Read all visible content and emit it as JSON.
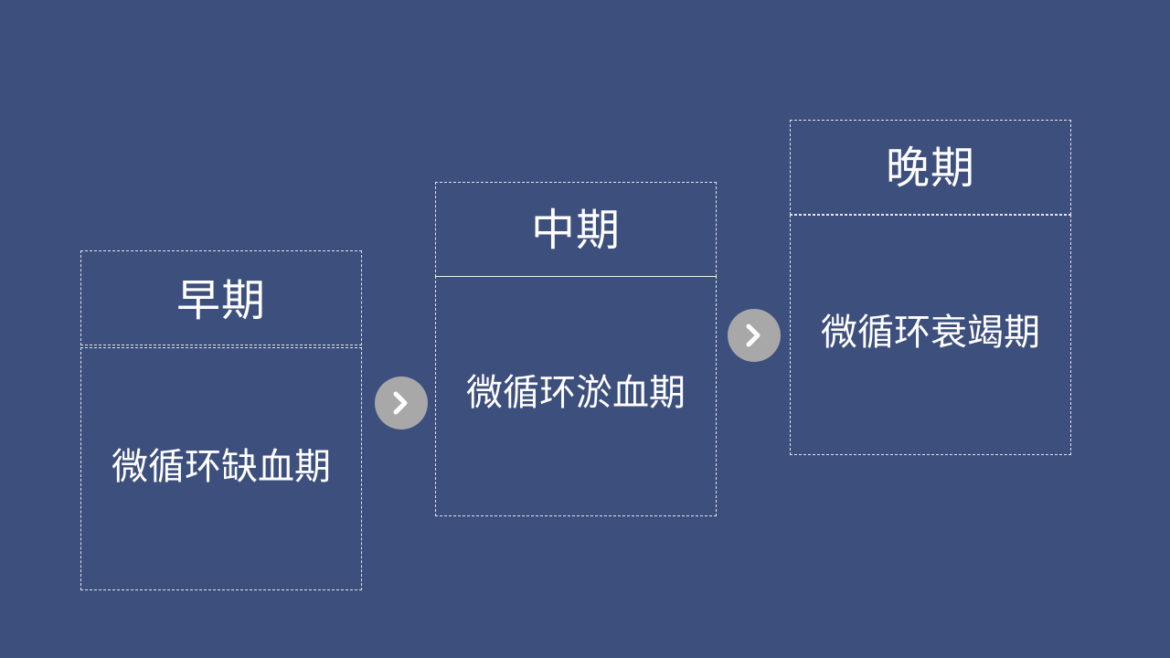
{
  "stages": [
    {
      "title": "早期",
      "description": "微循环缺血期"
    },
    {
      "title": "中期",
      "description": "微循环淤血期"
    },
    {
      "title": "晚期",
      "description": "微循环衰竭期"
    }
  ],
  "connectors": [
    {
      "icon": "chevron-right-icon",
      "color": "#a8a8a8"
    },
    {
      "icon": "chevron-right-icon",
      "color": "#a8a8a8"
    }
  ],
  "colors": {
    "background": "#3d4f7c",
    "text": "#ffffff",
    "border": "#ffffff"
  }
}
